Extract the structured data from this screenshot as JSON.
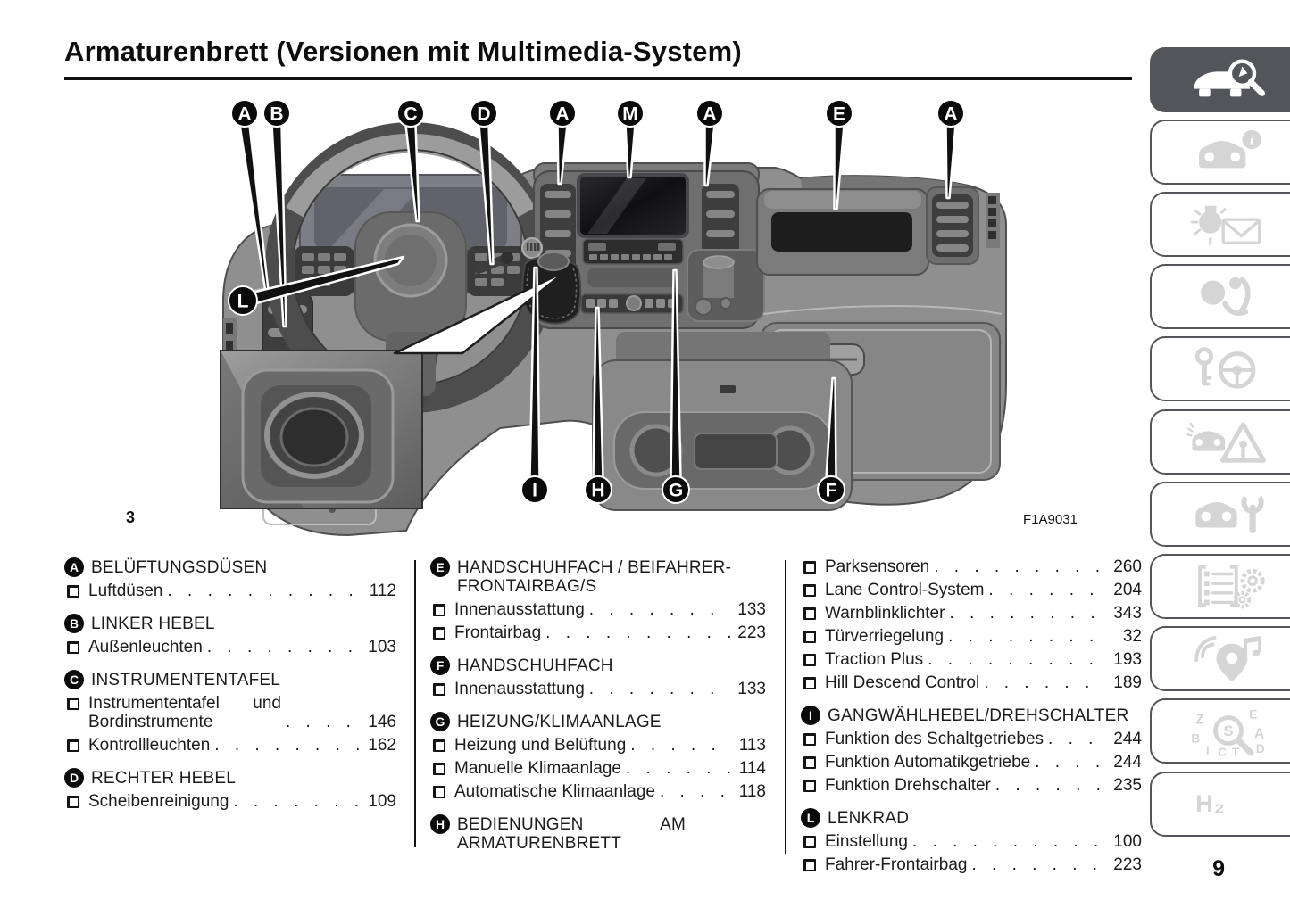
{
  "page": {
    "title": "Armaturenbrett (Versionen mit Multimedia-System)",
    "number": "9"
  },
  "diagram": {
    "figure_number": "3",
    "figure_code": "F1A9031",
    "callouts": [
      {
        "letter": "A"
      },
      {
        "letter": "B"
      },
      {
        "letter": "C"
      },
      {
        "letter": "D"
      },
      {
        "letter": "A"
      },
      {
        "letter": "M"
      },
      {
        "letter": "A"
      },
      {
        "letter": "E"
      },
      {
        "letter": "A"
      },
      {
        "letter": "L"
      },
      {
        "letter": "I"
      },
      {
        "letter": "H"
      },
      {
        "letter": "G"
      },
      {
        "letter": "F"
      }
    ]
  },
  "index": {
    "columns": [
      {
        "sections": [
          {
            "badge": "A",
            "title": "BELÜFTUNGSDÜSEN",
            "items": [
              {
                "label": "Luftdüsen",
                "page": "112"
              }
            ]
          },
          {
            "badge": "B",
            "title": "LINKER HEBEL",
            "items": [
              {
                "label": "Außenleuchten",
                "page": "103"
              }
            ]
          },
          {
            "badge": "C",
            "title": "INSTRUMENTENTAFEL",
            "items": [
              {
                "label": "Instrumententafel und Bordinstrumente",
                "page": "146"
              },
              {
                "label": "Kontrollleuchten",
                "page": "162"
              }
            ]
          },
          {
            "badge": "D",
            "title": "RECHTER HEBEL",
            "items": [
              {
                "label": "Scheibenreinigung",
                "page": "109"
              }
            ]
          }
        ]
      },
      {
        "sections": [
          {
            "badge": "E",
            "title": "HANDSCHUHFACH / BEIFAHRER-FRONTAIRBAG/S",
            "items": [
              {
                "label": "Innenausstattung",
                "page": "133"
              },
              {
                "label": "Frontairbag",
                "page": "223"
              }
            ]
          },
          {
            "badge": "F",
            "title": "HANDSCHUHFACH",
            "items": [
              {
                "label": "Innenausstattung",
                "page": "133"
              }
            ]
          },
          {
            "badge": "G",
            "title": "HEIZUNG/KLIMAANLAGE",
            "items": [
              {
                "label": "Heizung und Belüftung",
                "page": "113"
              },
              {
                "label": "Manuelle Klimaanlage",
                "page": "114"
              },
              {
                "label": "Automatische Klimaanlage",
                "page": "118"
              }
            ]
          },
          {
            "badge": "H",
            "title": "BEDIENUNGEN AM ARMATURENBRETT",
            "items": []
          }
        ]
      },
      {
        "sections": [
          {
            "badge": "",
            "title": "",
            "items": [
              {
                "label": "Parksensoren",
                "page": "260"
              },
              {
                "label": "Lane Control-System",
                "page": "204"
              },
              {
                "label": "Warnblinklichter",
                "page": "343"
              },
              {
                "label": "Türverriegelung",
                "page": "32"
              },
              {
                "label": "Traction Plus",
                "page": "193"
              },
              {
                "label": "Hill Descend Control",
                "page": "189"
              }
            ]
          },
          {
            "badge": "I",
            "title": "GANGWÄHLHEBEL/DREHSCHALTER",
            "items": [
              {
                "label": "Funktion des Schaltgetriebes",
                "page": "244"
              },
              {
                "label": "Funktion Automatikgetriebe",
                "page": "244"
              },
              {
                "label": "Funktion Drehschalter",
                "page": "235"
              }
            ]
          },
          {
            "badge": "L",
            "title": "LENKRAD",
            "items": [
              {
                "label": "Einstellung",
                "page": "100"
              },
              {
                "label": "Fahrer-Frontairbag",
                "page": "223"
              }
            ]
          }
        ]
      }
    ]
  },
  "sidebar": {
    "tabs": [
      {
        "icon": "car-search",
        "active": true,
        "label": ""
      },
      {
        "icon": "car-info",
        "active": false,
        "label": ""
      },
      {
        "icon": "warning-lamp-message",
        "active": false,
        "label": ""
      },
      {
        "icon": "airbag-safety",
        "active": false,
        "label": ""
      },
      {
        "icon": "key-steering",
        "active": false,
        "label": ""
      },
      {
        "icon": "emergency-triangle",
        "active": false,
        "label": ""
      },
      {
        "icon": "car-wrench",
        "active": false,
        "label": ""
      },
      {
        "icon": "technical-data",
        "active": false,
        "label": ""
      },
      {
        "icon": "multimedia",
        "active": false,
        "label": ""
      },
      {
        "icon": "index-search",
        "active": false,
        "label": ""
      },
      {
        "icon": "h2",
        "active": false,
        "label": "H₂"
      }
    ],
    "index_icon_letters": [
      "Z",
      "E",
      "B",
      "A",
      "I",
      "C",
      "T",
      "D",
      "S"
    ]
  },
  "colors": {
    "tab_border": "#54555a",
    "tab_active_bg": "#54555a",
    "tab_icon": "#d5d5d5",
    "text": "#161616",
    "badge_bg": "#0a0a0a"
  }
}
